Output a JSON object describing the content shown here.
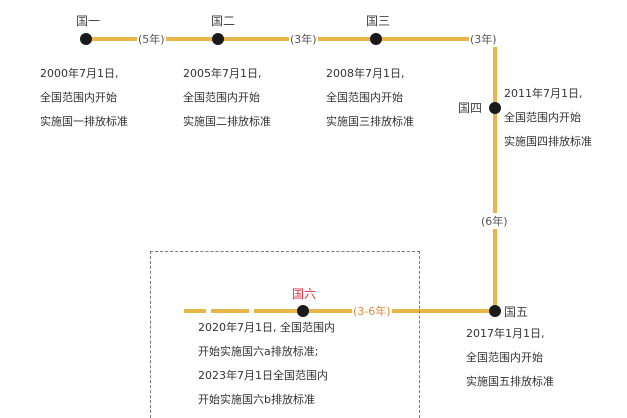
{
  "diagram": {
    "title": "",
    "accent_color": "#e8b548",
    "highlight_color": "#d9333f",
    "stages": [
      {
        "name": "国一",
        "lines": [
          "2000年7月1日,",
          "全国范围内开始",
          "实施国一排放标准"
        ]
      },
      {
        "name": "国二",
        "lines": [
          "2005年7月1日,",
          "全国范围内开始",
          "实施国二排放标准"
        ]
      },
      {
        "name": "国三",
        "lines": [
          "2008年7月1日,",
          "全国范围内开始",
          "实施国三排放标准"
        ]
      },
      {
        "name": "国四",
        "lines": [
          "2011年7月1日,",
          "全国范围内开始",
          "实施国四排放标准"
        ]
      },
      {
        "name": "国五",
        "lines": [
          "2017年1月1日,",
          "全国范围内开始",
          "实施国五排放标准"
        ]
      },
      {
        "name": "国六",
        "lines": [
          "2020年7月1日, 全国范围内",
          "开始实施国六a排放标准;",
          "2023年7月1日全国范围内",
          "开始实施国六b排放标准"
        ]
      }
    ],
    "durations": [
      "(5年)",
      "(3年)",
      "(3年)",
      "(6年)",
      "(3-6年)"
    ]
  }
}
